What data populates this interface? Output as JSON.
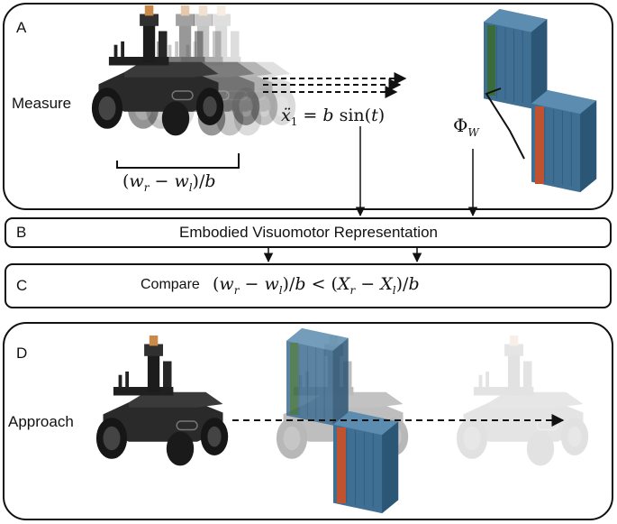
{
  "panels": {
    "a": {
      "letter": "A",
      "label": "Measure",
      "accel": "ẍ₁ = b sin(t)",
      "phi": "Φ",
      "phi_sub": "W",
      "bracket": "(w r − w l)/b"
    },
    "b": {
      "letter": "B",
      "title": "Embodied Visuomotor Representation"
    },
    "c": {
      "letter": "C",
      "prefix": "Compare",
      "expr": "(w r − w l)/b  <  (X r − X l)/b"
    },
    "d": {
      "letter": "D",
      "label": "Approach"
    }
  },
  "colors": {
    "box_blue": "#3f6f92",
    "box_dark": "#2c5676",
    "stripe_green": "#3a6b3a",
    "stripe_orange": "#c0522f",
    "robot": "#2a2a2a"
  }
}
